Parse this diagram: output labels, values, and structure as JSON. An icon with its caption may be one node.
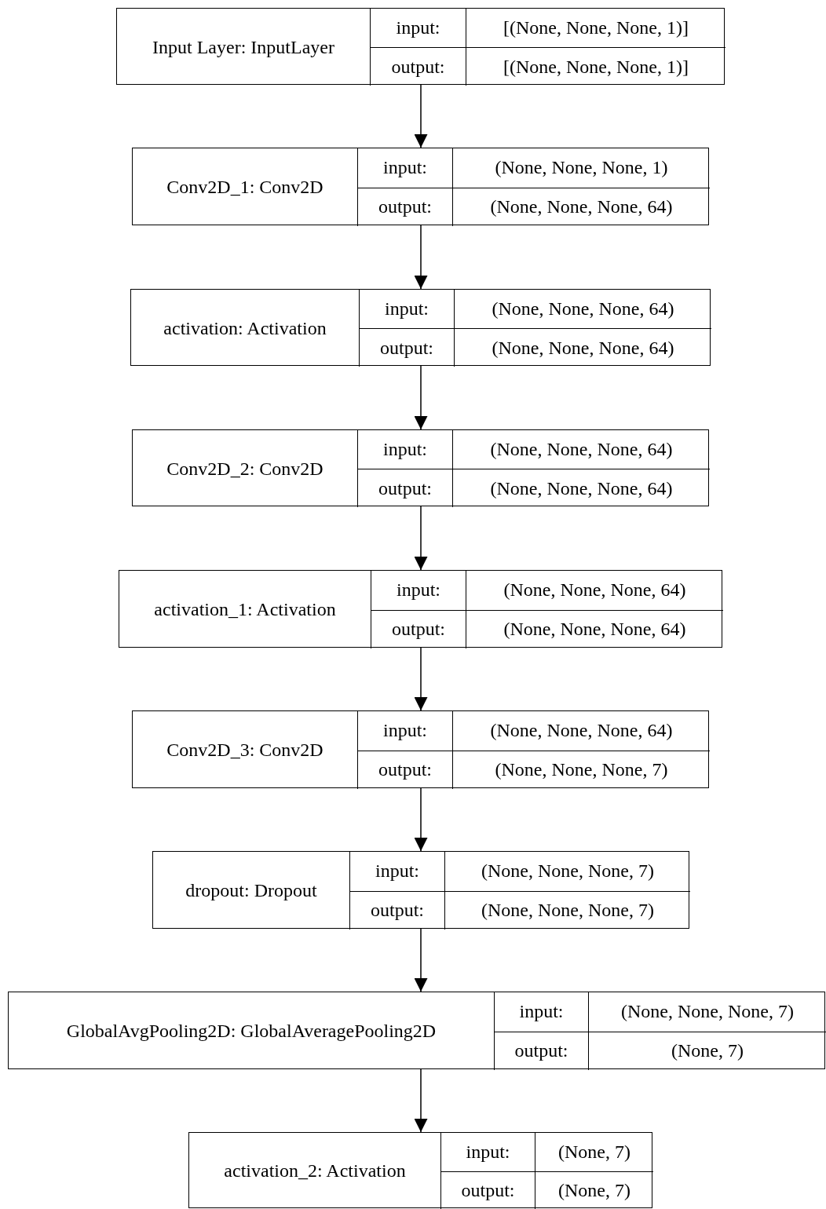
{
  "diagram": {
    "nodes": [
      {
        "text": [
          "Input Layer: InputLayer",
          "input:",
          "[(None, None, None, 1)]",
          "output:",
          "[(None, None, None, 1)]"
        ]
      },
      {
        "text": [
          "Conv2D_1: Conv2D",
          "input:",
          "(None, None, None, 1)",
          "output:",
          "(None, None, None, 64)"
        ]
      },
      {
        "text": [
          "activation: Activation",
          "input:",
          "(None, None, None, 64)",
          "output:",
          "(None, None, None, 64)"
        ]
      },
      {
        "text": [
          "Conv2D_2: Conv2D",
          "input:",
          "(None, None, None, 64)",
          "output:",
          "(None, None, None, 64)"
        ]
      },
      {
        "text": [
          "activation_1: Activation",
          "input:",
          "(None, None, None, 64)",
          "output:",
          "(None, None, None, 64)"
        ]
      },
      {
        "text": [
          "Conv2D_3: Conv2D",
          "input:",
          "(None, None, None, 64)",
          "output:",
          "(None, None, None, 7)"
        ]
      },
      {
        "text": [
          "dropout: Dropout",
          "input:",
          "(None, None, None, 7)",
          "output:",
          "(None, None, None, 7)"
        ]
      },
      {
        "text": [
          "GlobalAvgPooling2D: GlobalAveragePooling2D",
          "input:",
          "(None, None, None, 7)",
          "output:",
          "(None, 7)"
        ]
      },
      {
        "text": [
          "activation_2: Activation",
          "input:",
          "(None, 7)",
          "output:",
          "(None, 7)"
        ]
      }
    ],
    "edges": [
      {
        "from": 0,
        "to": 1,
        "arrow": "to"
      },
      {
        "from": 1,
        "to": 2,
        "arrow": "to"
      },
      {
        "from": 2,
        "to": 3,
        "arrow": "to"
      },
      {
        "from": 3,
        "to": 4,
        "arrow": "to"
      },
      {
        "from": 4,
        "to": 5,
        "arrow": "to"
      },
      {
        "from": 5,
        "to": 6,
        "arrow": "to"
      },
      {
        "from": 6,
        "to": 7,
        "arrow": "to"
      },
      {
        "from": 7,
        "to": 8,
        "arrow": "to"
      }
    ]
  }
}
